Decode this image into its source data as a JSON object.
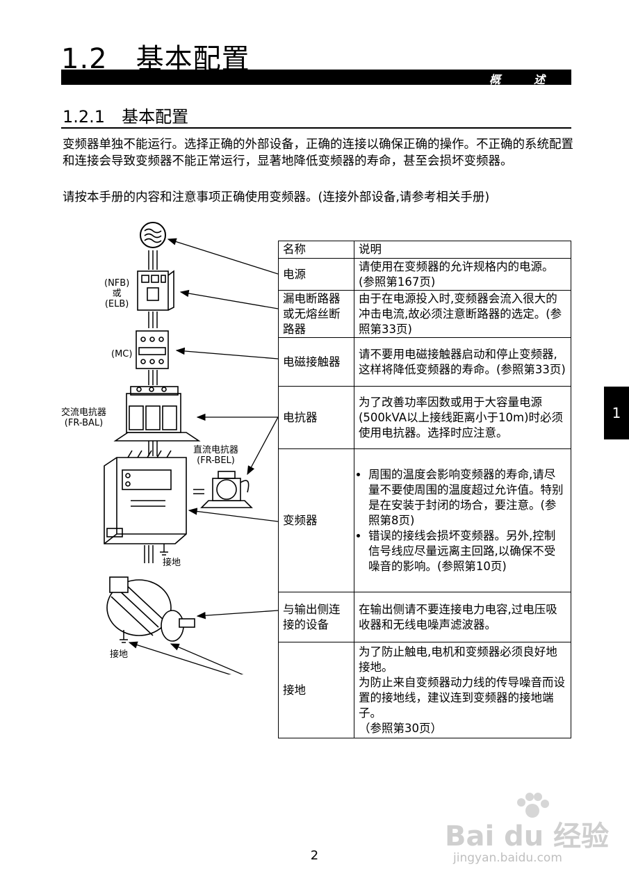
{
  "header": {
    "section_title": "1.2　基本配置",
    "bar_label": "概　　　述",
    "subsection_title": "1.2.1　基本配置"
  },
  "body": {
    "para1": "变频器单独不能运行。选择正确的外部设备，正确的连接以确保正确的操作。不正确的系统配置和连接会导致变频器不能正常运行，显著地降低变频器的寿命，甚至会损坏变频器。",
    "para2": "请按本手册的内容和注意事项正确使用变频器。(连接外部设备,请参考相关手册)"
  },
  "diagram": {
    "label_nfb": "(NFB)\n或\n(ELB)",
    "label_mc": "(MC)",
    "label_ac_reactor": "交流电抗器\n(FR-BAL)",
    "label_dc_reactor": "直流电抗器\n(FR-BEL)",
    "label_ground1": "接地",
    "label_ground2": "接地"
  },
  "table": {
    "header": [
      "名称",
      "说明"
    ],
    "rows": [
      {
        "name": "电源",
        "desc": "请使用在变频器的允许规格内的电源。(参照第167页)"
      },
      {
        "name": "漏电断路器或无熔丝断路器",
        "desc": "由于在电源投入时,变频器会流入很大的冲击电流,故必须注意断路器的选定。(参照第33页)"
      },
      {
        "name": "电磁接触器",
        "desc": "请不要用电磁接触器启动和停止变频器,这样将降低变频器的寿命。(参照第33页)"
      },
      {
        "name": "电抗器",
        "desc": "为了改善功率因数或用于大容量电源 (500kVA以上接线距离小于10m)时必须使用电抗器。选择时应注意。"
      },
      {
        "name": "变频器",
        "bullet1": "周围的温度会影响变频器的寿命,请尽量不要使周围的温度超过允许值。特别是在安装于封闭的场合，要注意。(参照第8页)",
        "bullet2": "错误的接线会损坏变频器。另外,控制信号线应尽量远离主回路,以确保不受噪音的影响。(参照第10页)"
      },
      {
        "name": "与输出侧连接的设备",
        "desc": "在输出侧请不要连接电力电容,过电压吸收器和无线电噪声滤波器。"
      },
      {
        "name": "接地",
        "desc1": "为了防止触电,电机和变频器必须良好地接地。",
        "desc2": "为防止来自变频器动力线的传导噪音而设置的接地线，建议连到变频器的接地端子。",
        "desc3": "（参照第30页）"
      }
    ]
  },
  "side_tab": "1",
  "page_number": "2",
  "watermark": {
    "main": "Bai du 经验",
    "sub": "jingyan.baidu.com"
  }
}
